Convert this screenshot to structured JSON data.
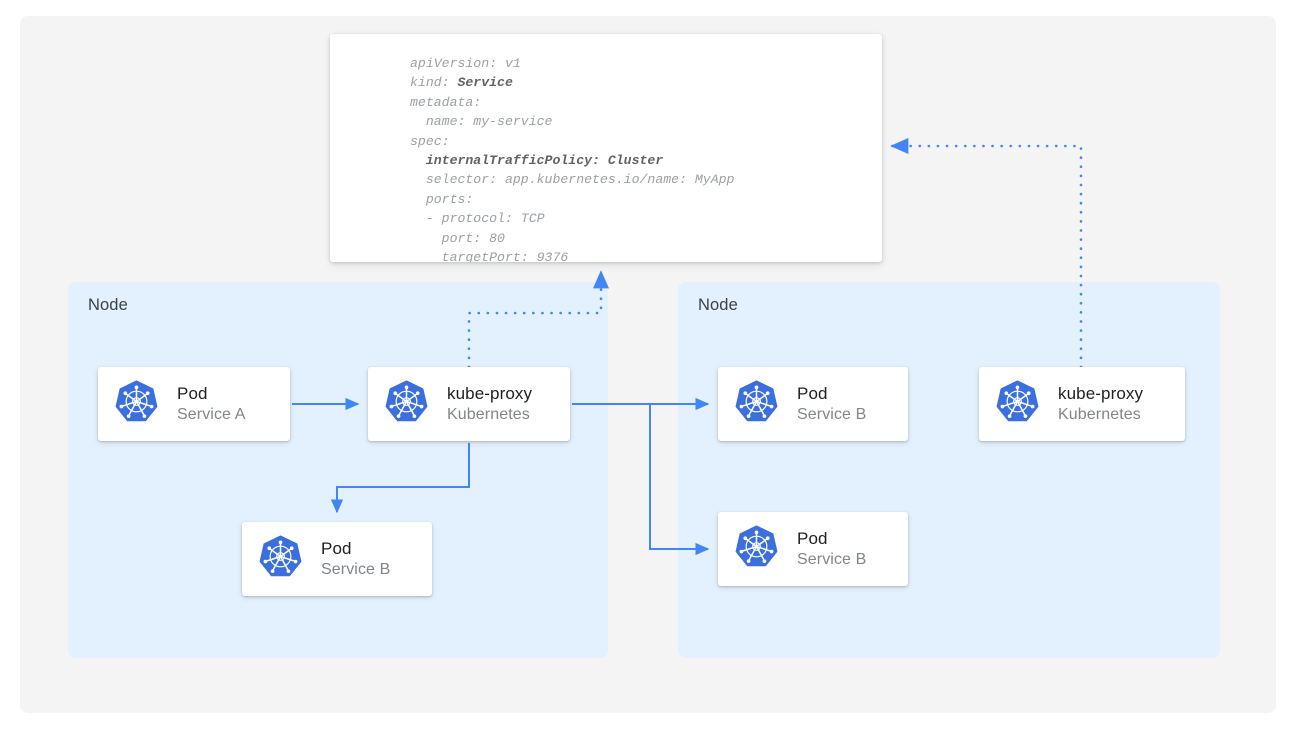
{
  "theme": {
    "canvas_bg": "#f4f4f4",
    "page_bg": "#ffffff",
    "node_bg": "#e3f0fd",
    "card_bg": "#ffffff",
    "accent_blue": "#4285f4",
    "k8s_blue": "#3a6fdd",
    "title_color": "#202124",
    "subtitle_color": "#80868b",
    "code_color": "#9aa0a6",
    "code_bold_color": "#5f6368"
  },
  "yaml_card": {
    "name": "service-manifest",
    "lines": [
      {
        "text": "apiVersion: v1",
        "bold": false
      },
      {
        "text": "kind: ",
        "bold": false,
        "bold_tail": "Service"
      },
      {
        "text": "metadata:",
        "bold": false
      },
      {
        "text": "  name: my-service",
        "bold": false
      },
      {
        "text": "spec:",
        "bold": false
      },
      {
        "text": "  internalTrafficPolicy: Cluster",
        "bold": true
      },
      {
        "text": "  selector: app.kubernetes.io/name: MyApp",
        "bold": false
      },
      {
        "text": "  ports:",
        "bold": false
      },
      {
        "text": "  - protocol: TCP",
        "bold": false
      },
      {
        "text": "    port: 80",
        "bold": false
      },
      {
        "text": "    targetPort: 9376",
        "bold": false
      }
    ],
    "full_text": "apiVersion: v1\nkind: Service\nmetadata:\n  name: my-service\nspec:\n  internalTrafficPolicy: Cluster\n  selector: app.kubernetes.io/name: MyApp\n  ports:\n  - protocol: TCP\n    port: 80\n    targetPort: 9376"
  },
  "nodes": [
    {
      "label": "Node"
    },
    {
      "label": "Node"
    }
  ],
  "cards": {
    "pod_a": {
      "title": "Pod",
      "subtitle": "Service A"
    },
    "kube_proxy_l": {
      "title": "kube-proxy",
      "subtitle": "Kubernetes"
    },
    "pod_b_left": {
      "title": "Pod",
      "subtitle": "Service B"
    },
    "pod_b_r1": {
      "title": "Pod",
      "subtitle": "Service B"
    },
    "pod_b_r2": {
      "title": "Pod",
      "subtitle": "Service B"
    },
    "kube_proxy_r": {
      "title": "kube-proxy",
      "subtitle": "Kubernetes"
    }
  },
  "connectors": {
    "solid": [
      {
        "from": "pod_a",
        "to": "kube_proxy_l",
        "style": "solid"
      },
      {
        "from": "kube_proxy_l",
        "to": "pod_b_left",
        "style": "solid"
      },
      {
        "from": "kube_proxy_l",
        "to": "pod_b_r1",
        "style": "solid"
      },
      {
        "from": "kube_proxy_l",
        "to": "pod_b_r2",
        "style": "solid"
      }
    ],
    "dotted": [
      {
        "from": "kube_proxy_l",
        "to": "service-manifest",
        "style": "dotted"
      },
      {
        "from": "kube_proxy_r",
        "to": "service-manifest",
        "style": "dotted"
      }
    ]
  },
  "icons": {
    "k8s": "kubernetes-helm-wheel-icon"
  }
}
